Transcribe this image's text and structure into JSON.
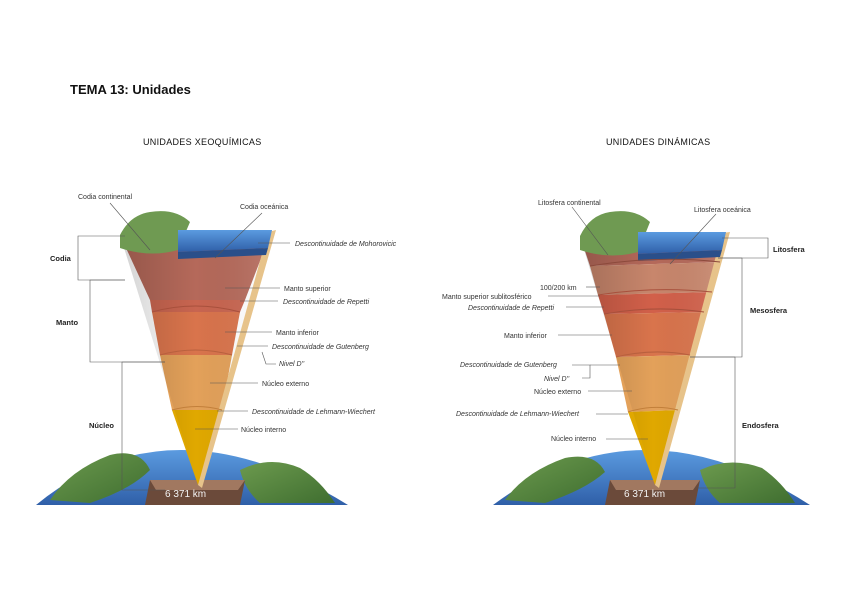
{
  "page_title": "TEMA 13: Unidades",
  "left_diagram": {
    "title": "UNIDADES XEOQUÍMICAS",
    "labels": {
      "codia_continental": "Codia continental",
      "codia_oceanica": "Codia oceánica",
      "mohorovicic": "Descontinuidade de Mohorovicic",
      "manto_superior": "Manto superior",
      "repetti": "Descontinuidade de Repetti",
      "manto_inferior": "Manto inferior",
      "gutenberg": "Descontinuidade de Gutenberg",
      "nivel_d": "Nivel D''",
      "nucleo_externo": "Núcleo externo",
      "lehmann": "Descontinuidade de Lehmann-Wiechert",
      "nucleo_interno": "Núcleo interno"
    },
    "brackets": {
      "codia": "Codia",
      "manto": "Manto",
      "nucleo": "Núcleo"
    },
    "radius": "6 371 km"
  },
  "right_diagram": {
    "title": "UNIDADES DINÁMICAS",
    "labels": {
      "litosfera_continental": "Litosfera continental",
      "litosfera_oceanica": "Litosfera oceánica",
      "depth_100_200": "100/200 km",
      "manto_sublitosferico": "Manto superior sublitosférico",
      "repetti": "Descontinuidade de Repetti",
      "manto_inferior": "Manto inferior",
      "gutenberg": "Descontinuidade de Gutenberg",
      "nivel_d": "Nivel D''",
      "nucleo_externo": "Núcleo externo",
      "lehmann": "Descontinuidade de Lehmann-Wiechert",
      "nucleo_interno": "Núcleo interno"
    },
    "brackets": {
      "litosfera": "Litosfera",
      "mesosfera": "Mesosfera",
      "endosfera": "Endosfera"
    },
    "radius": "6 371 km"
  },
  "colors": {
    "ocean": "#3a78c9",
    "globe_land": "#4e8a3a",
    "crust": "#b5695a",
    "upper_mantle": "#d2604a",
    "lower_mantle": "#d9744c",
    "outer_core": "#e3a15a",
    "inner_core": "#e0a800"
  }
}
